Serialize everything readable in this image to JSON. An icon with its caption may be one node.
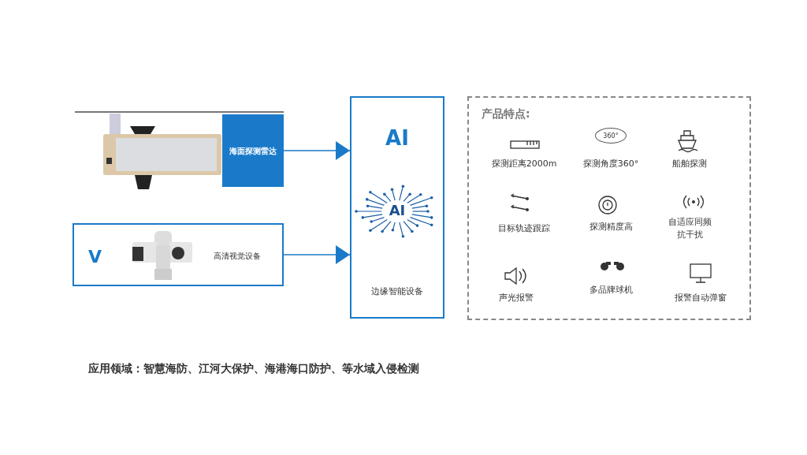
{
  "diagram": {
    "nodes": [
      {
        "text": [
          "海面探测雷达"
        ]
      },
      {
        "text": [
          "V",
          "高清视觉设备"
        ]
      },
      {
        "text": [
          "AI",
          "AI",
          "边缘智能设备"
        ]
      },
      {
        "text": [
          "产品特点:"
        ]
      }
    ],
    "edges": [
      {
        "from": 0,
        "to": 2,
        "arrow": "to"
      },
      {
        "from": 1,
        "to": 2,
        "arrow": "to"
      }
    ],
    "labels": [
      "探测距离2000m",
      "360°",
      "探测角度360°",
      "船舶探测",
      "目标轨迹跟踪",
      "探测精度高",
      "自适应同频抗干扰",
      "声光报警",
      "多品牌球机",
      "报警自动弹窗",
      "应用领域：智慧海防、江河大保护、海港海口防护、等水域入侵检测"
    ]
  }
}
